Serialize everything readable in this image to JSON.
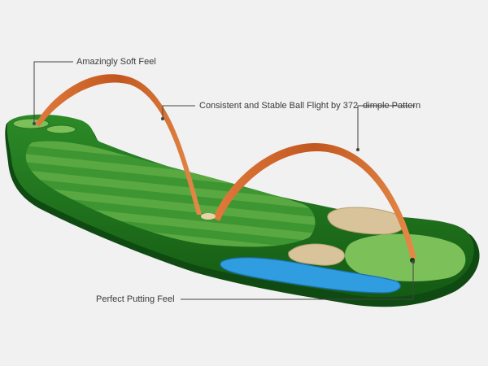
{
  "callouts": {
    "soft_feel": "Amazingly Soft Feel",
    "ball_flight": "Consistent and Stable Ball Flight by 372–dimple Pattern",
    "putting_feel": "Perfect Putting Feel"
  },
  "colors": {
    "background": "#f1f1f1",
    "fairway_dark": "#1f6b1d",
    "fairway_mid": "#2e8b2a",
    "stripe_light": "#5aa842",
    "green_light": "#7cc05a",
    "sand": "#d9c39a",
    "water": "#2f9de0",
    "trajectory": "#c8622a",
    "leader_line": "#444444"
  },
  "icons": {
    "tee": "tee-box-icon",
    "hole": "hole-flag-icon",
    "ball": "ball-landing-icon"
  }
}
